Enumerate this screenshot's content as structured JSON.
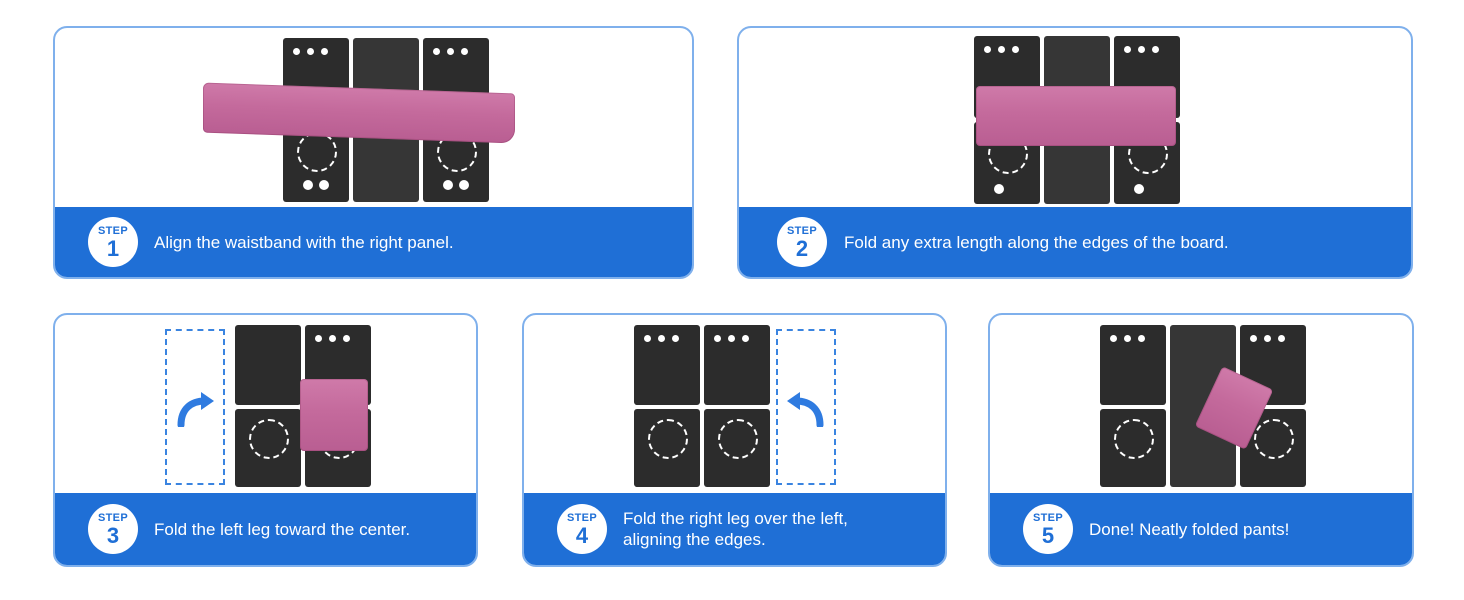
{
  "colors": {
    "accent_blue": "#1f6fd6",
    "card_border": "#7fb0ec",
    "board": "#2c2c2c",
    "pants_pink": "#c46a9c"
  },
  "steps": [
    {
      "step_word": "STEP",
      "number": "1",
      "text": "Align the waistband with the right panel."
    },
    {
      "step_word": "STEP",
      "number": "2",
      "text": "Fold any extra length along the edges of the board."
    },
    {
      "step_word": "STEP",
      "number": "3",
      "text": "Fold the left leg toward the center."
    },
    {
      "step_word": "STEP",
      "number": "4",
      "text": "Fold the right leg over the left, aligning the edges."
    },
    {
      "step_word": "STEP",
      "number": "5",
      "text": "Done! Neatly folded pants!"
    }
  ],
  "icons": {
    "arrow_left": "curved-arrow-left-icon"
  }
}
